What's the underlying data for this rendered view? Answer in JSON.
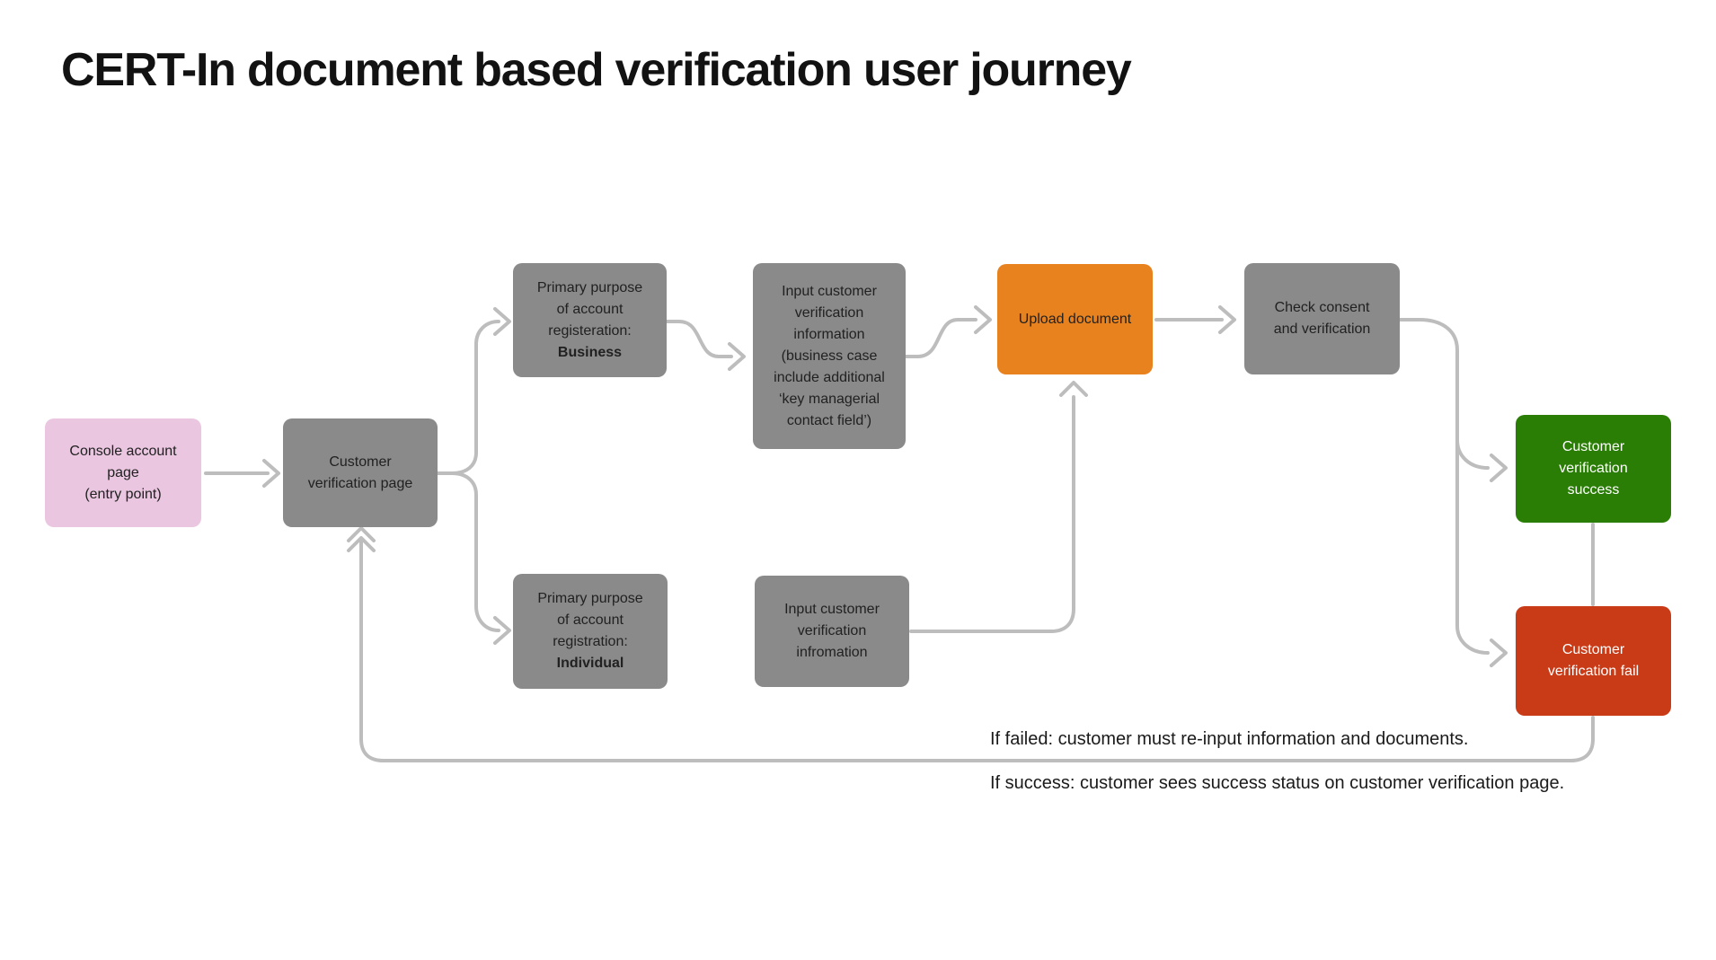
{
  "title": "CERT-In document based verification user journey",
  "nodes": {
    "console_account": {
      "text": "Console account\npage\n(entry point)"
    },
    "customer_verification_page": {
      "text": "Customer\nverification page"
    },
    "purpose_business": {
      "text": "Primary purpose\nof account\nregisteration:",
      "bold": "Business"
    },
    "input_business": {
      "text": "Input customer\nverification\ninformation\n(business case\ninclude additional\n‘key managerial\ncontact field’)"
    },
    "upload_document": {
      "text": "Upload document"
    },
    "check_consent": {
      "text": "Check consent\nand verification"
    },
    "purpose_individual": {
      "text": "Primary purpose\nof account\nregistration:",
      "bold": "Individual"
    },
    "input_individual": {
      "text": "Input customer\nverification\ninfromation"
    },
    "verification_success": {
      "text": "Customer\nverification\nsuccess"
    },
    "verification_fail": {
      "text": "Customer\nverification fail"
    }
  },
  "notes": {
    "failed": "If failed: customer must re-input information and documents.",
    "success": "If success: customer sees success status on customer verification page."
  },
  "colors": {
    "background": "#FFFFFF",
    "title_text": "#121212",
    "node_gray": "#8A8A8A",
    "node_pink": "#EAC6E0",
    "node_orange": "#E8821E",
    "node_green": "#2A7E05",
    "node_red": "#C93A17",
    "node_text_dark": "#212121",
    "node_text_light": "#FFFFFF",
    "connector": "#BDBDBD",
    "note_text": "#1A1A1A"
  }
}
